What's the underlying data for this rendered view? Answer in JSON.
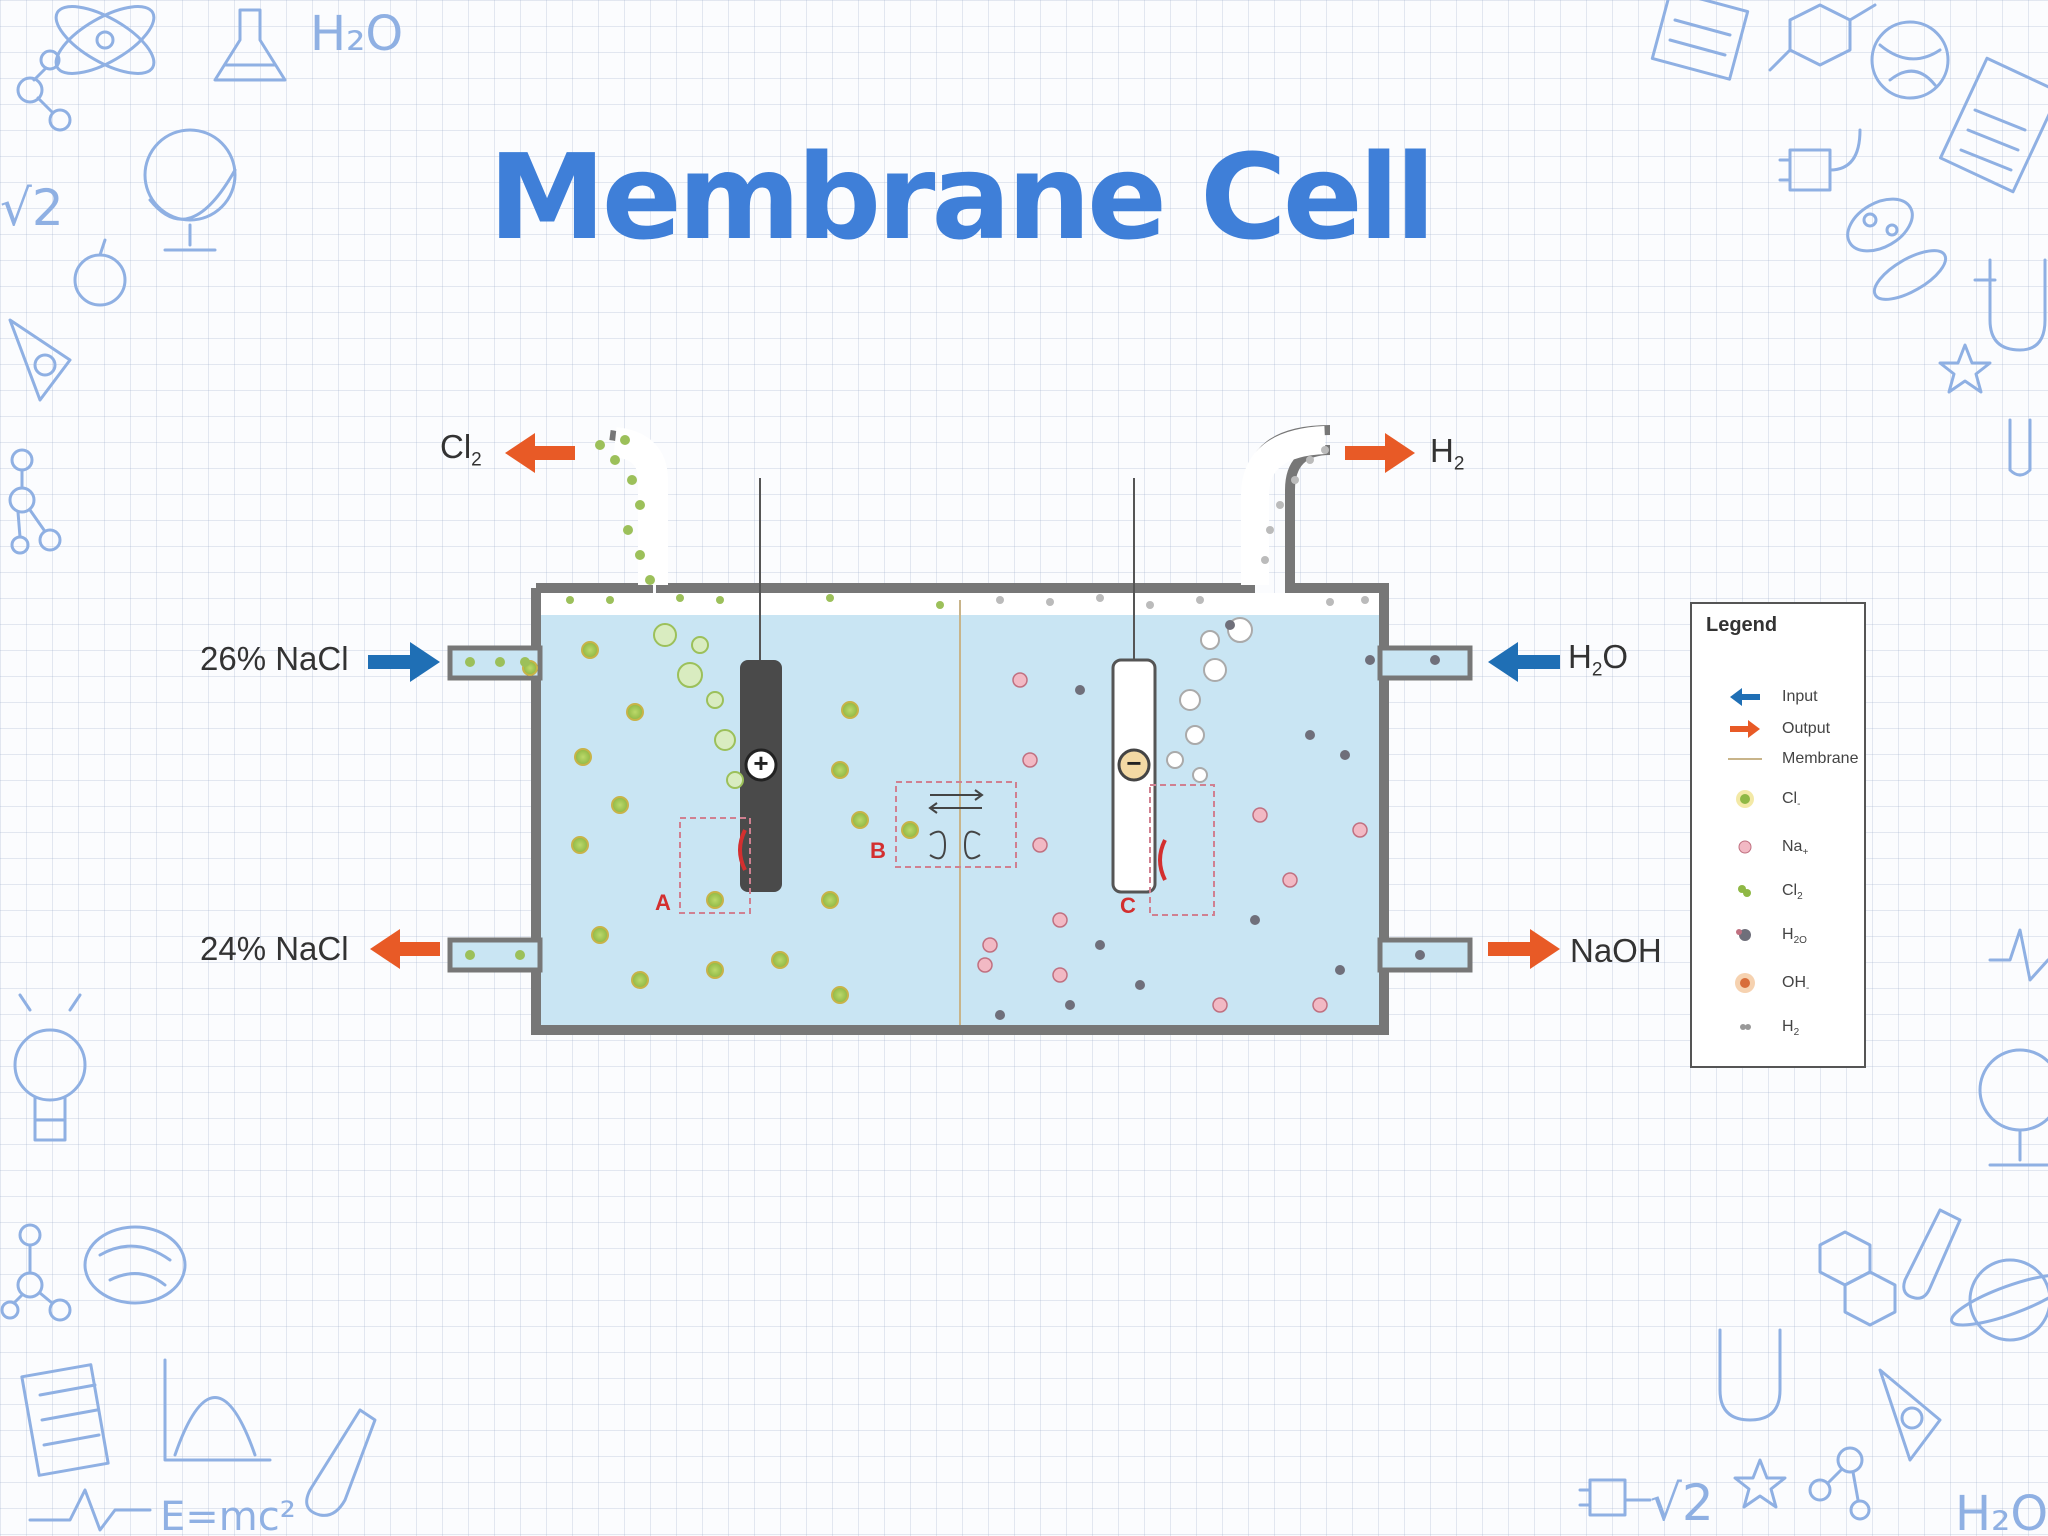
{
  "slide": {
    "title": "Membrane Cell"
  },
  "labels": {
    "cl2_main": "Cl",
    "cl2_sub": "2",
    "h2_main": "H",
    "h2_sub": "2",
    "nacl_in": "26% NaCl",
    "nacl_out": "24% NaCl",
    "h2o_main": "H",
    "h2o_sub": "2",
    "h2o_tail": "O",
    "naoh": "NaOH"
  },
  "electrodes": {
    "anode_symbol": "+",
    "cathode_symbol": "−"
  },
  "regions": {
    "a": "A",
    "b": "B",
    "c": "C"
  },
  "legend": {
    "title": "Legend",
    "items": [
      {
        "symbol": "input-arrow",
        "main": "Input",
        "sub": ""
      },
      {
        "symbol": "output-arrow",
        "main": "Output",
        "sub": ""
      },
      {
        "symbol": "membrane-line",
        "main": "Membrane",
        "sub": ""
      },
      {
        "symbol": "chloride-ion",
        "main": "Cl",
        "sub": "-"
      },
      {
        "symbol": "sodium-ion",
        "main": "Na",
        "sub": "+"
      },
      {
        "symbol": "chlorine-molecule",
        "main": "Cl",
        "sub": "2"
      },
      {
        "symbol": "water-molecule",
        "main": "H",
        "sub": "2O"
      },
      {
        "symbol": "hydroxide-ion",
        "main": "OH",
        "sub": "-"
      },
      {
        "symbol": "hydrogen-molecule",
        "main": "H",
        "sub": "2"
      }
    ]
  },
  "colors": {
    "title": "#3f7fd8",
    "input_arrow": "#1f6fb5",
    "output_arrow": "#e85a26",
    "electrolyte": "#c9e5f3",
    "anode": "#4a4a4a",
    "doodle": "#8fb0e3",
    "region_tag": "#d32f2f"
  }
}
